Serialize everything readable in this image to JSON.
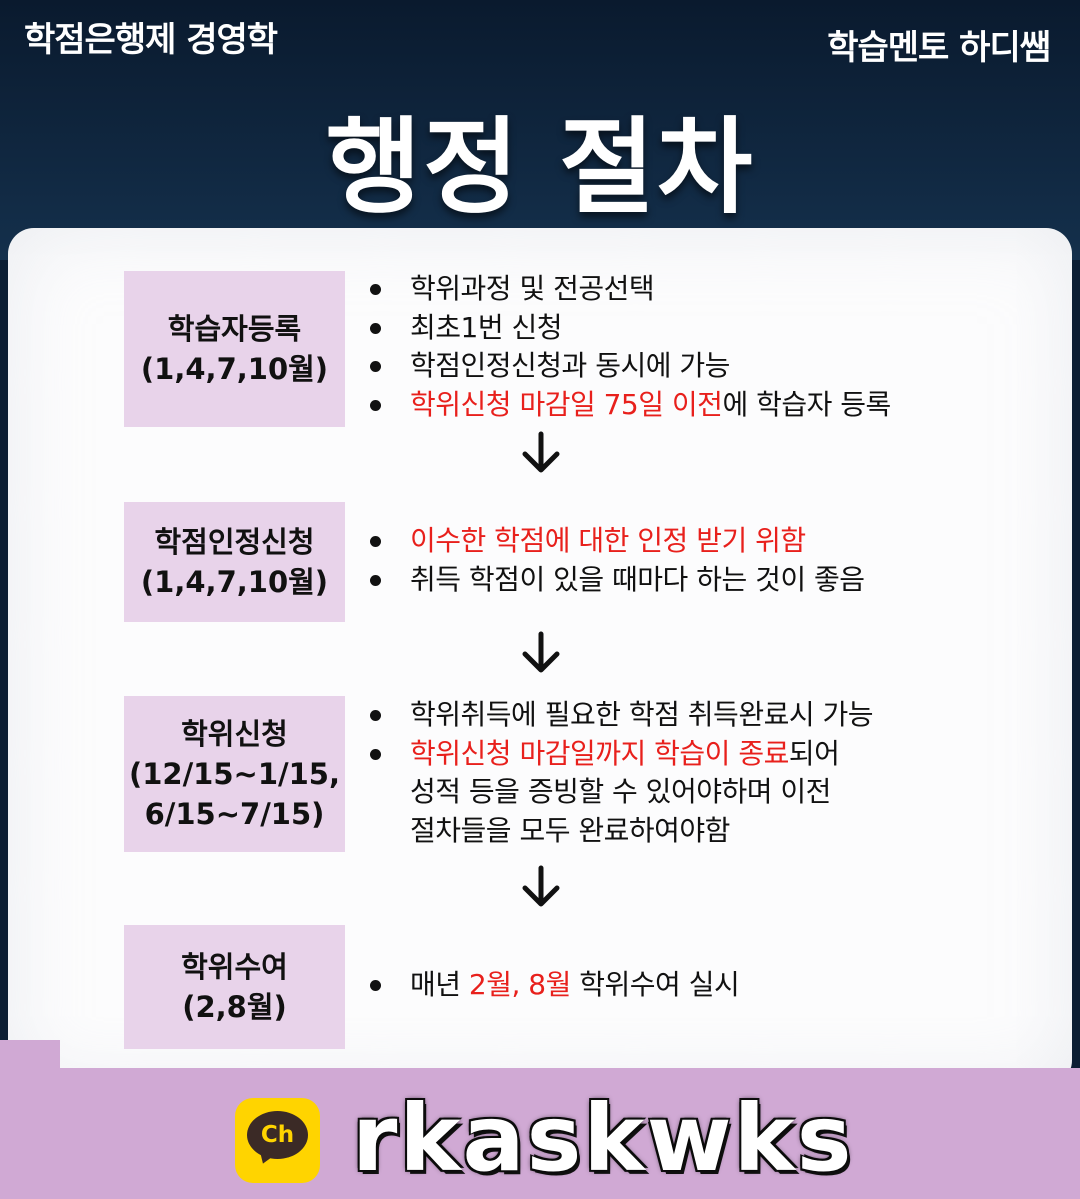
{
  "header": {
    "left_text": "학점은행제 경영학",
    "right_text": "학습멘토 하디쌤",
    "title": "행정 절차"
  },
  "steps": [
    {
      "label_lines": [
        "학습자등록",
        "(1,4,7,10월)"
      ],
      "bullets": [
        {
          "parts": [
            {
              "text": "학위과정 및 전공선택",
              "red": false
            }
          ]
        },
        {
          "parts": [
            {
              "text": "최초1번 신청",
              "red": false
            }
          ]
        },
        {
          "parts": [
            {
              "text": "학점인정신청과 동시에 가능",
              "red": false
            }
          ]
        },
        {
          "parts": [
            {
              "text": "학위신청 마감일 75일 이전",
              "red": true
            },
            {
              "text": "에 학습자 등록",
              "red": false
            }
          ]
        }
      ]
    },
    {
      "label_lines": [
        "학점인정신청",
        "(1,4,7,10월)"
      ],
      "bullets": [
        {
          "parts": [
            {
              "text": "이수한 학점에 대한 인정 받기 위함",
              "red": true
            }
          ]
        },
        {
          "parts": [
            {
              "text": "취득 학점이 있을 때마다 하는 것이 좋음",
              "red": false
            }
          ]
        }
      ]
    },
    {
      "label_lines": [
        "학위신청",
        "(12/15~1/15,",
        "6/15~7/15)"
      ],
      "bullets": [
        {
          "parts": [
            {
              "text": "학위취득에 필요한 학점 취득완료시 가능",
              "red": false
            }
          ]
        },
        {
          "parts": [
            {
              "text": "학위신청 마감일까지 학습이 종료",
              "red": true
            },
            {
              "text": "되어",
              "red": false
            }
          ],
          "continuation": [
            "성적 등을 증빙할 수 있어야하며 이전",
            "절차들을 모두 완료하여야함"
          ]
        }
      ]
    },
    {
      "label_lines": [
        "학위수여",
        "(2,8월)"
      ],
      "bullets": [
        {
          "parts": [
            {
              "text": "매년 ",
              "red": false
            },
            {
              "text": "2월, 8월",
              "red": true
            },
            {
              "text": " 학위수여 실시",
              "red": false
            }
          ]
        }
      ]
    }
  ],
  "footer": {
    "channel_icon_text": "Ch",
    "channel_id": "rkaskwks"
  },
  "colors": {
    "accent_red": "#e8201c",
    "label_bg": "#e8d3ea",
    "footer_bg": "#d0a9d4",
    "header_bg": "#0c1e33",
    "kakao_yellow": "#ffd400"
  }
}
